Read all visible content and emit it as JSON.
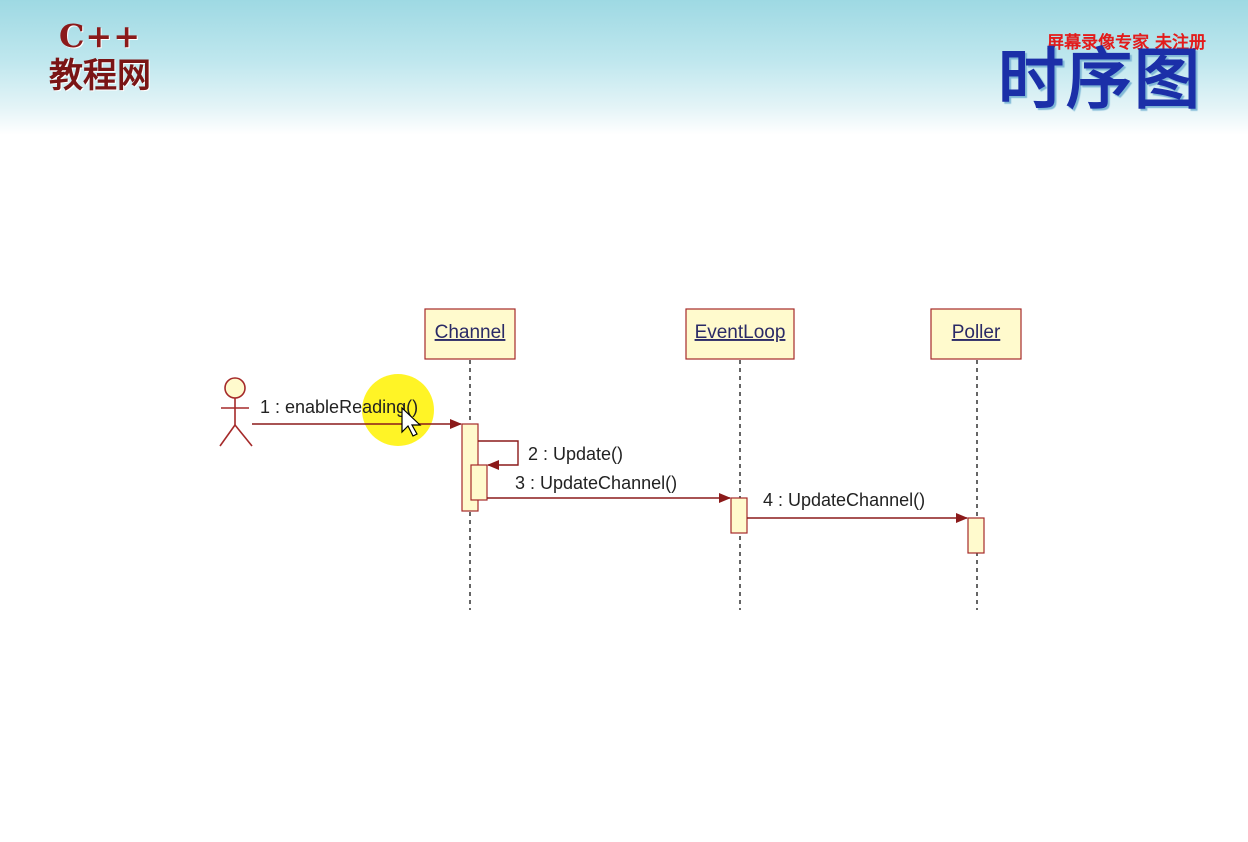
{
  "header": {
    "logo_top": "C++",
    "logo_bottom": "教程网",
    "watermark": "屏幕录像专家 未注册",
    "title": "时序图"
  },
  "diagram": {
    "lifelines": [
      {
        "name": "Channel"
      },
      {
        "name": "EventLoop"
      },
      {
        "name": "Poller"
      }
    ],
    "messages": [
      {
        "label": "1 : enableReading()"
      },
      {
        "label": "2 : Update()"
      },
      {
        "label": "3 : UpdateChannel()"
      },
      {
        "label": "4 : UpdateChannel()"
      }
    ]
  },
  "colors": {
    "box_fill": "#fffacd",
    "box_stroke": "#a52a2a",
    "arrow": "#8b1a1a",
    "highlight": "#fff200"
  }
}
